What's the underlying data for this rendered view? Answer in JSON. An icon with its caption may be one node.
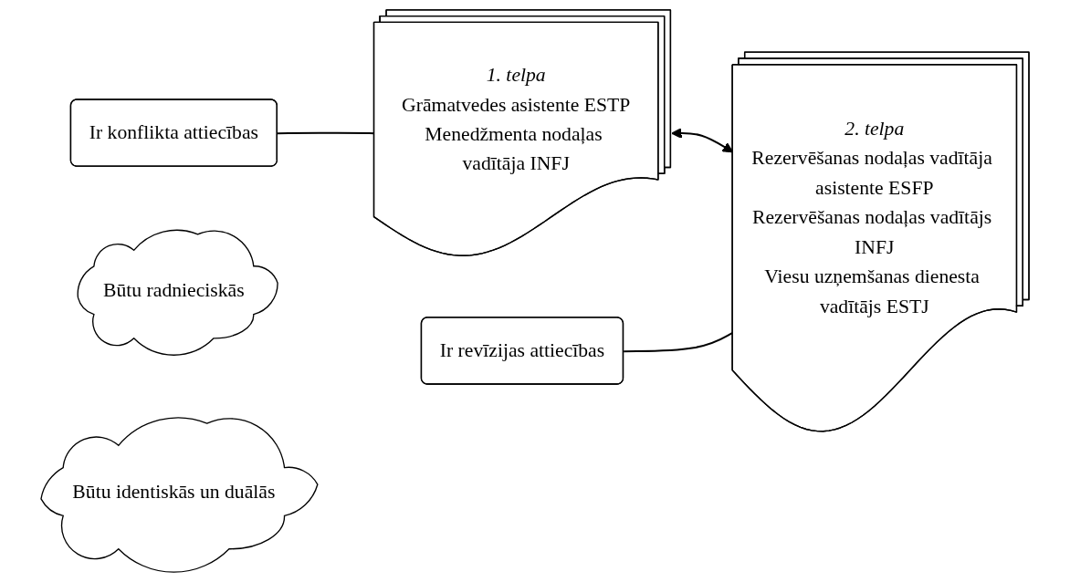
{
  "diagram": {
    "nodes": [
      {
        "text": [
          "1. telpa",
          "Grāmatvedes asistente ESTP",
          "Menedžmenta nodaļas vadītāja INFJ"
        ]
      },
      {
        "text": [
          "2. telpa",
          "Rezervēšanas nodaļas vadītāja asistente ESFP",
          "Rezervēšanas nodaļas vadītājs INFJ",
          "Viesu uzņemšanas dienesta vadītājs ESTJ"
        ]
      },
      {
        "text": [
          "Ir konflikta attiecības"
        ]
      },
      {
        "text": [
          "Būtu radnieciskās"
        ]
      },
      {
        "text": [
          "Būtu identiskās un duālās"
        ]
      },
      {
        "text": [
          "Ir revīzijas attiecības"
        ]
      }
    ],
    "edges": [
      {
        "from": 0,
        "to": 1,
        "arrow": "both"
      },
      {
        "from": 2,
        "to": 0,
        "arrow": "none"
      },
      {
        "from": 5,
        "to": 1,
        "arrow": "none"
      }
    ]
  }
}
